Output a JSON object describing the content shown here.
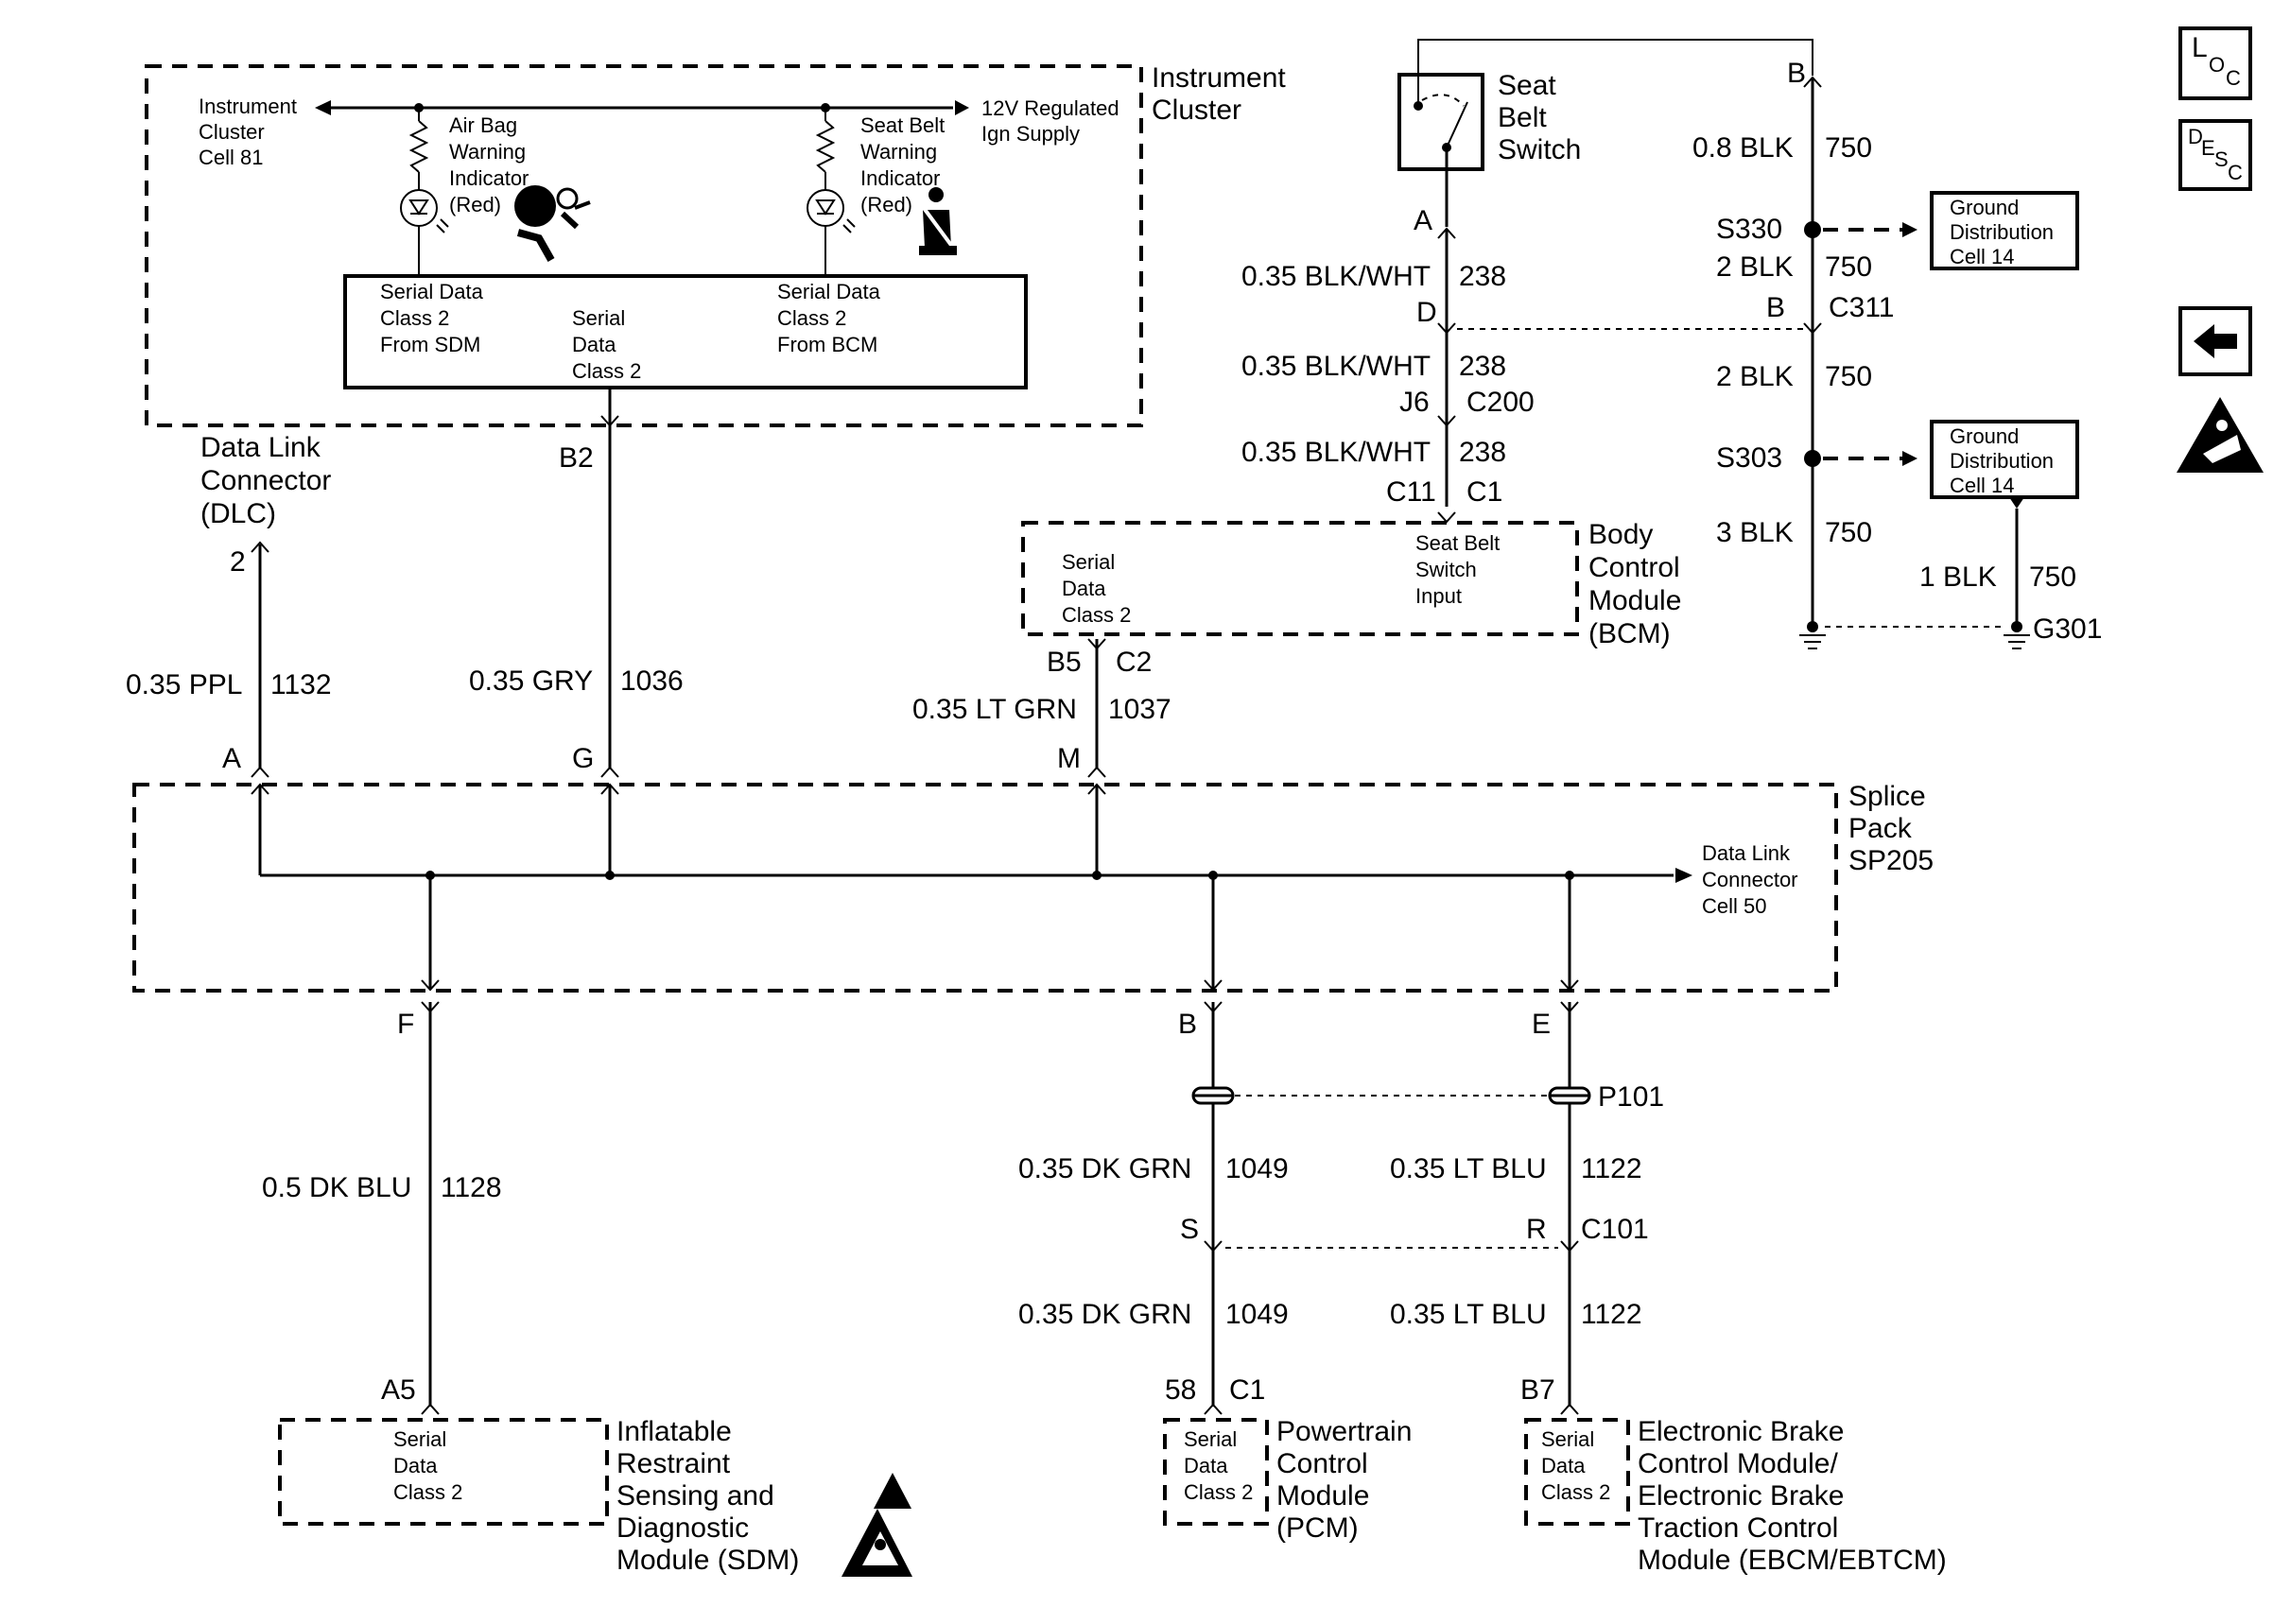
{
  "instrument_cluster": {
    "title_lines": [
      "Instrument",
      "Cluster"
    ],
    "ref_lines": [
      "Instrument",
      "Cluster",
      "Cell 81"
    ],
    "supply_lines": [
      "12V Regulated",
      "Ign Supply"
    ],
    "airbag_lines": [
      "Air Bag",
      "Warning",
      "Indicator",
      "(Red)"
    ],
    "seatbelt_lines": [
      "Seat Belt",
      "Warning",
      "Indicator",
      "(Red)"
    ],
    "sd_from_sdm": [
      "Serial Data",
      "Class 2",
      "From SDM"
    ],
    "sd_class2": [
      "Serial",
      "Data",
      "Class 2"
    ],
    "sd_from_bcm": [
      "Serial Data",
      "Class 2",
      "From BCM"
    ],
    "pin": "B2"
  },
  "dlc": {
    "title_lines": [
      "Data Link",
      "Connector",
      "(DLC)"
    ],
    "pin": "2"
  },
  "wires": {
    "ppl": {
      "size": "0.35 PPL",
      "circuit": "1132"
    },
    "gry": {
      "size": "0.35 GRY",
      "circuit": "1036"
    },
    "ltgrn": {
      "size": "0.35 LT GRN",
      "circuit": "1037"
    },
    "dkblu": {
      "size": "0.5 DK BLU",
      "circuit": "1128"
    },
    "dkgrn_upper": {
      "size": "0.35 DK GRN",
      "circuit": "1049"
    },
    "dkgrn_lower": {
      "size": "0.35 DK GRN",
      "circuit": "1049"
    },
    "ltblu_upper": {
      "size": "0.35 LT BLU",
      "circuit": "1122"
    },
    "ltblu_lower": {
      "size": "0.35 LT BLU",
      "circuit": "1122"
    },
    "blkwht_1": {
      "size": "0.35 BLK/WHT",
      "circuit": "238"
    },
    "blkwht_2": {
      "size": "0.35 BLK/WHT",
      "circuit": "238"
    },
    "blkwht_3": {
      "size": "0.35 BLK/WHT",
      "circuit": "238"
    },
    "blk_08": {
      "size": "0.8 BLK",
      "circuit": "750"
    },
    "blk_2a": {
      "size": "2 BLK",
      "circuit": "750"
    },
    "blk_2b": {
      "size": "2 BLK",
      "circuit": "750"
    },
    "blk_3": {
      "size": "3 BLK",
      "circuit": "750"
    },
    "blk_1": {
      "size": "1 BLK",
      "circuit": "750"
    }
  },
  "seat_belt_switch": {
    "title_lines": [
      "Seat",
      "Belt",
      "Switch"
    ],
    "pin_top": "B",
    "pin_bottom": "A"
  },
  "connectors": {
    "D": "D",
    "J6": "J6",
    "C200": "C200",
    "C11": "C11",
    "C1": "C1",
    "B_c311": "B",
    "C311": "C311",
    "B5": "B5",
    "C2": "C2",
    "A": "A",
    "G": "G",
    "M": "M",
    "F": "F",
    "B": "B",
    "E": "E",
    "P101": "P101",
    "S": "S",
    "R": "R",
    "C101": "C101",
    "A5": "A5",
    "pin58": "58",
    "C1_pcm": "C1",
    "B7": "B7"
  },
  "splices": {
    "S330": "S330",
    "S303": "S303",
    "G301": "G301"
  },
  "ground_distribution": {
    "lines": [
      "Ground",
      "Distribution",
      "Cell 14"
    ]
  },
  "bcm": {
    "title_lines": [
      "Body",
      "Control",
      "Module",
      "(BCM)"
    ],
    "sd_lines": [
      "Serial",
      "Data",
      "Class 2"
    ],
    "input_lines": [
      "Seat Belt",
      "Switch",
      "Input"
    ]
  },
  "splice_pack": {
    "title_lines": [
      "Splice",
      "Pack",
      "SP205"
    ],
    "dlc_ref_lines": [
      "Data Link",
      "Connector",
      "Cell 50"
    ]
  },
  "sdm": {
    "title_lines": [
      "Inflatable",
      "Restraint",
      "Sensing and",
      "Diagnostic",
      "Module (SDM)"
    ],
    "sd_lines": [
      "Serial",
      "Data",
      "Class 2"
    ]
  },
  "pcm": {
    "title_lines": [
      "Powertrain",
      "Control",
      "Module",
      "(PCM)"
    ],
    "sd_lines": [
      "Serial",
      "Data",
      "Class 2"
    ]
  },
  "ebcm": {
    "title_lines": [
      "Electronic Brake",
      "Control Module/",
      "Electronic Brake",
      "Traction Control",
      "Module (EBCM/EBTCM)"
    ],
    "sd_lines": [
      "Serial",
      "Data",
      "Class 2"
    ]
  },
  "side_icons": {
    "loc": [
      "L",
      "O",
      "C"
    ],
    "desc": [
      "D",
      "E",
      "S",
      "C"
    ],
    "back": "back-arrow-icon",
    "esd": "esd-warning-icon"
  }
}
